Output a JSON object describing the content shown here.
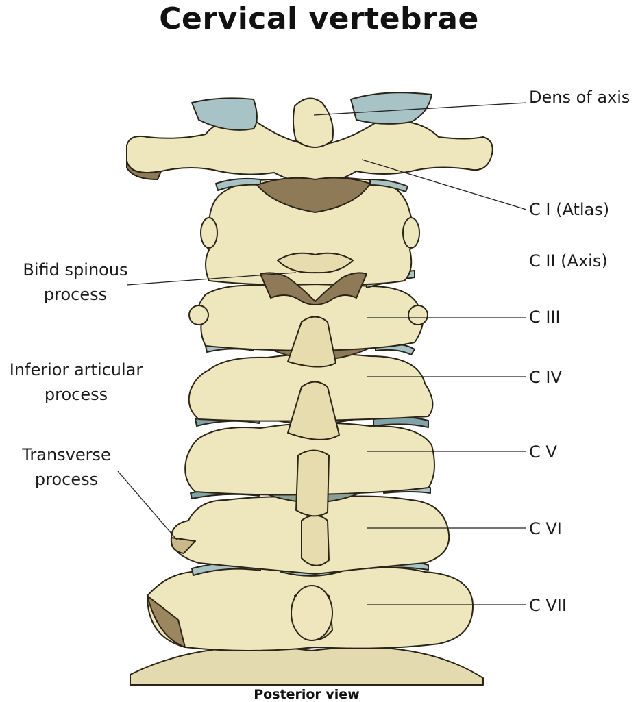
{
  "title": "Cervical vertebrae",
  "caption": "Posterior view",
  "labels": {
    "dens": "Dens of axis",
    "c1": "C I (Atlas)",
    "c2": "C II (Axis)",
    "c3": "C III",
    "c4": "C IV",
    "c5": "C V",
    "c6": "C VI",
    "c7": "C VII",
    "bifid": [
      "Bifid spinous",
      "process"
    ],
    "inferior": [
      "Inferior articular",
      "process"
    ],
    "transverse": [
      "Transverse",
      "process"
    ]
  },
  "colors": {
    "bone": "#eee6bd",
    "bone_shadow": "#c9b989",
    "bone_dark": "#8f7a57",
    "disc": "#a7c3c6",
    "outline": "#2a2418"
  }
}
